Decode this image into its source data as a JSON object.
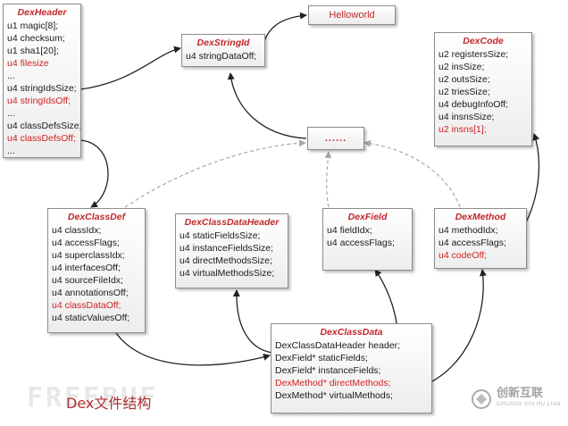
{
  "nodes": {
    "dex_header": {
      "title": "DexHeader",
      "rows": [
        {
          "text": "u1  magic[8];",
          "hl": false
        },
        {
          "text": "u4  checksum;",
          "hl": false
        },
        {
          "text": "u1  sha1[20];",
          "hl": false
        },
        {
          "text": "u4  filesize",
          "hl": true
        },
        {
          "text": "  ...",
          "hl": false
        },
        {
          "text": "u4  stringIdsSize;",
          "hl": false
        },
        {
          "text": "u4  stringIdsOff;",
          "hl": true
        },
        {
          "text": "...",
          "hl": false
        },
        {
          "text": "u4  classDefsSize;",
          "hl": false
        },
        {
          "text": "u4  classDefsOff;",
          "hl": true
        },
        {
          "text": "  ...",
          "hl": false
        }
      ]
    },
    "hello_world": {
      "text": "Helloworld"
    },
    "dex_string_id": {
      "title": "DexStringId",
      "rows": [
        {
          "text": "u4 stringDataOff;",
          "hl": false
        }
      ]
    },
    "dex_code": {
      "title": "DexCode",
      "rows": [
        {
          "text": "u2  registersSize;",
          "hl": false
        },
        {
          "text": "u2  insSize;",
          "hl": false
        },
        {
          "text": "u2  outsSize;",
          "hl": false
        },
        {
          "text": "u2  triesSize;",
          "hl": false
        },
        {
          "text": "u4  debugInfoOff;",
          "hl": false
        },
        {
          "text": "u4  insnsSize;",
          "hl": false
        },
        {
          "text": "u2  insns[1];",
          "hl": true
        }
      ]
    },
    "ellipsis": {
      "text": "......"
    },
    "dex_class_def": {
      "title": "DexClassDef",
      "rows": [
        {
          "text": "u4  classIdx;",
          "hl": false
        },
        {
          "text": "u4  accessFlags;",
          "hl": false
        },
        {
          "text": "u4  superclassIdx;",
          "hl": false
        },
        {
          "text": "u4  interfacesOff;",
          "hl": false
        },
        {
          "text": "u4  sourceFileIdx;",
          "hl": false
        },
        {
          "text": "u4  annotationsOff;",
          "hl": false
        },
        {
          "text": "u4  classDataOff;",
          "hl": true
        },
        {
          "text": "u4  staticValuesOff;",
          "hl": false
        }
      ]
    },
    "dex_class_data_header": {
      "title": "DexClassDataHeader",
      "rows": [
        {
          "text": "u4 staticFieldsSize;",
          "hl": false
        },
        {
          "text": "u4 instanceFieldsSize;",
          "hl": false
        },
        {
          "text": "u4 directMethodsSize;",
          "hl": false
        },
        {
          "text": "u4 virtualMethodsSize;",
          "hl": false
        }
      ]
    },
    "dex_field": {
      "title": "DexField",
      "rows": [
        {
          "text": "u4 fieldIdx;",
          "hl": false
        },
        {
          "text": "u4 accessFlags;",
          "hl": false
        }
      ]
    },
    "dex_method": {
      "title": "DexMethod",
      "rows": [
        {
          "text": "u4 methodIdx;",
          "hl": false
        },
        {
          "text": "u4 accessFlags;",
          "hl": false
        },
        {
          "text": "u4 codeOff;",
          "hl": true
        }
      ]
    },
    "dex_class_data": {
      "title": "DexClassData",
      "rows": [
        {
          "text": "DexClassDataHeader header;",
          "hl": false
        },
        {
          "text": "DexField*   staticFields;",
          "hl": false
        },
        {
          "text": "DexField*   instanceFields;",
          "hl": false
        },
        {
          "text": "DexMethod*  directMethods;",
          "hl": true
        },
        {
          "text": "DexMethod*  virtualMethods;",
          "hl": false
        }
      ]
    }
  },
  "caption": "Dex文件结构",
  "watermark": "FREEBUF",
  "logo": {
    "cn": "创新互联",
    "en": "CHUANG XIN HU LIAN"
  },
  "colors": {
    "title": "#c0282a",
    "highlight": "#d22020",
    "text": "#1a1a1a",
    "border": "#8c8c8c",
    "arrow_solid": "#222222",
    "arrow_dashed": "#a8a8a8"
  }
}
